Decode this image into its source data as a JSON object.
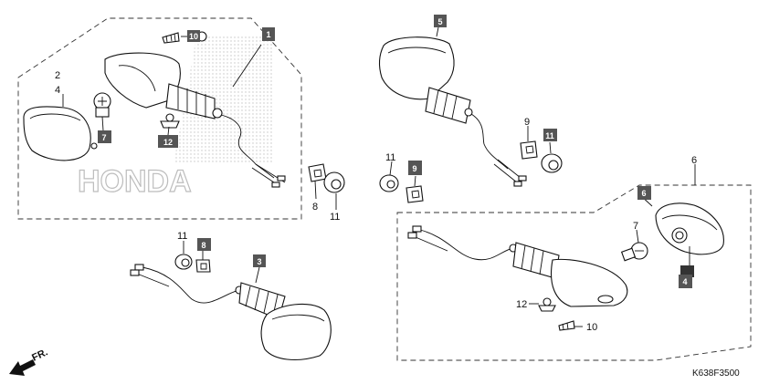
{
  "labels": {
    "l2": "2",
    "l4": "4",
    "l8": "8",
    "l11a": "11",
    "l11b": "11",
    "l9": "9",
    "l6": "6",
    "l7": "7",
    "l12": "12",
    "l10": "10",
    "l11c": "11"
  },
  "boxes": {
    "b10": "10",
    "b1": "1",
    "b7": "7",
    "b12": "12",
    "b5": "5",
    "b11": "11",
    "b9": "9",
    "b8": "8",
    "b3": "3",
    "b6": "6",
    "b4": "4"
  },
  "watermark": "HONDA",
  "front_label": "FR.",
  "diagram_code": "K638F3500",
  "colors": {
    "box_fill": "#555555",
    "watermark": "#bdbdbd"
  }
}
